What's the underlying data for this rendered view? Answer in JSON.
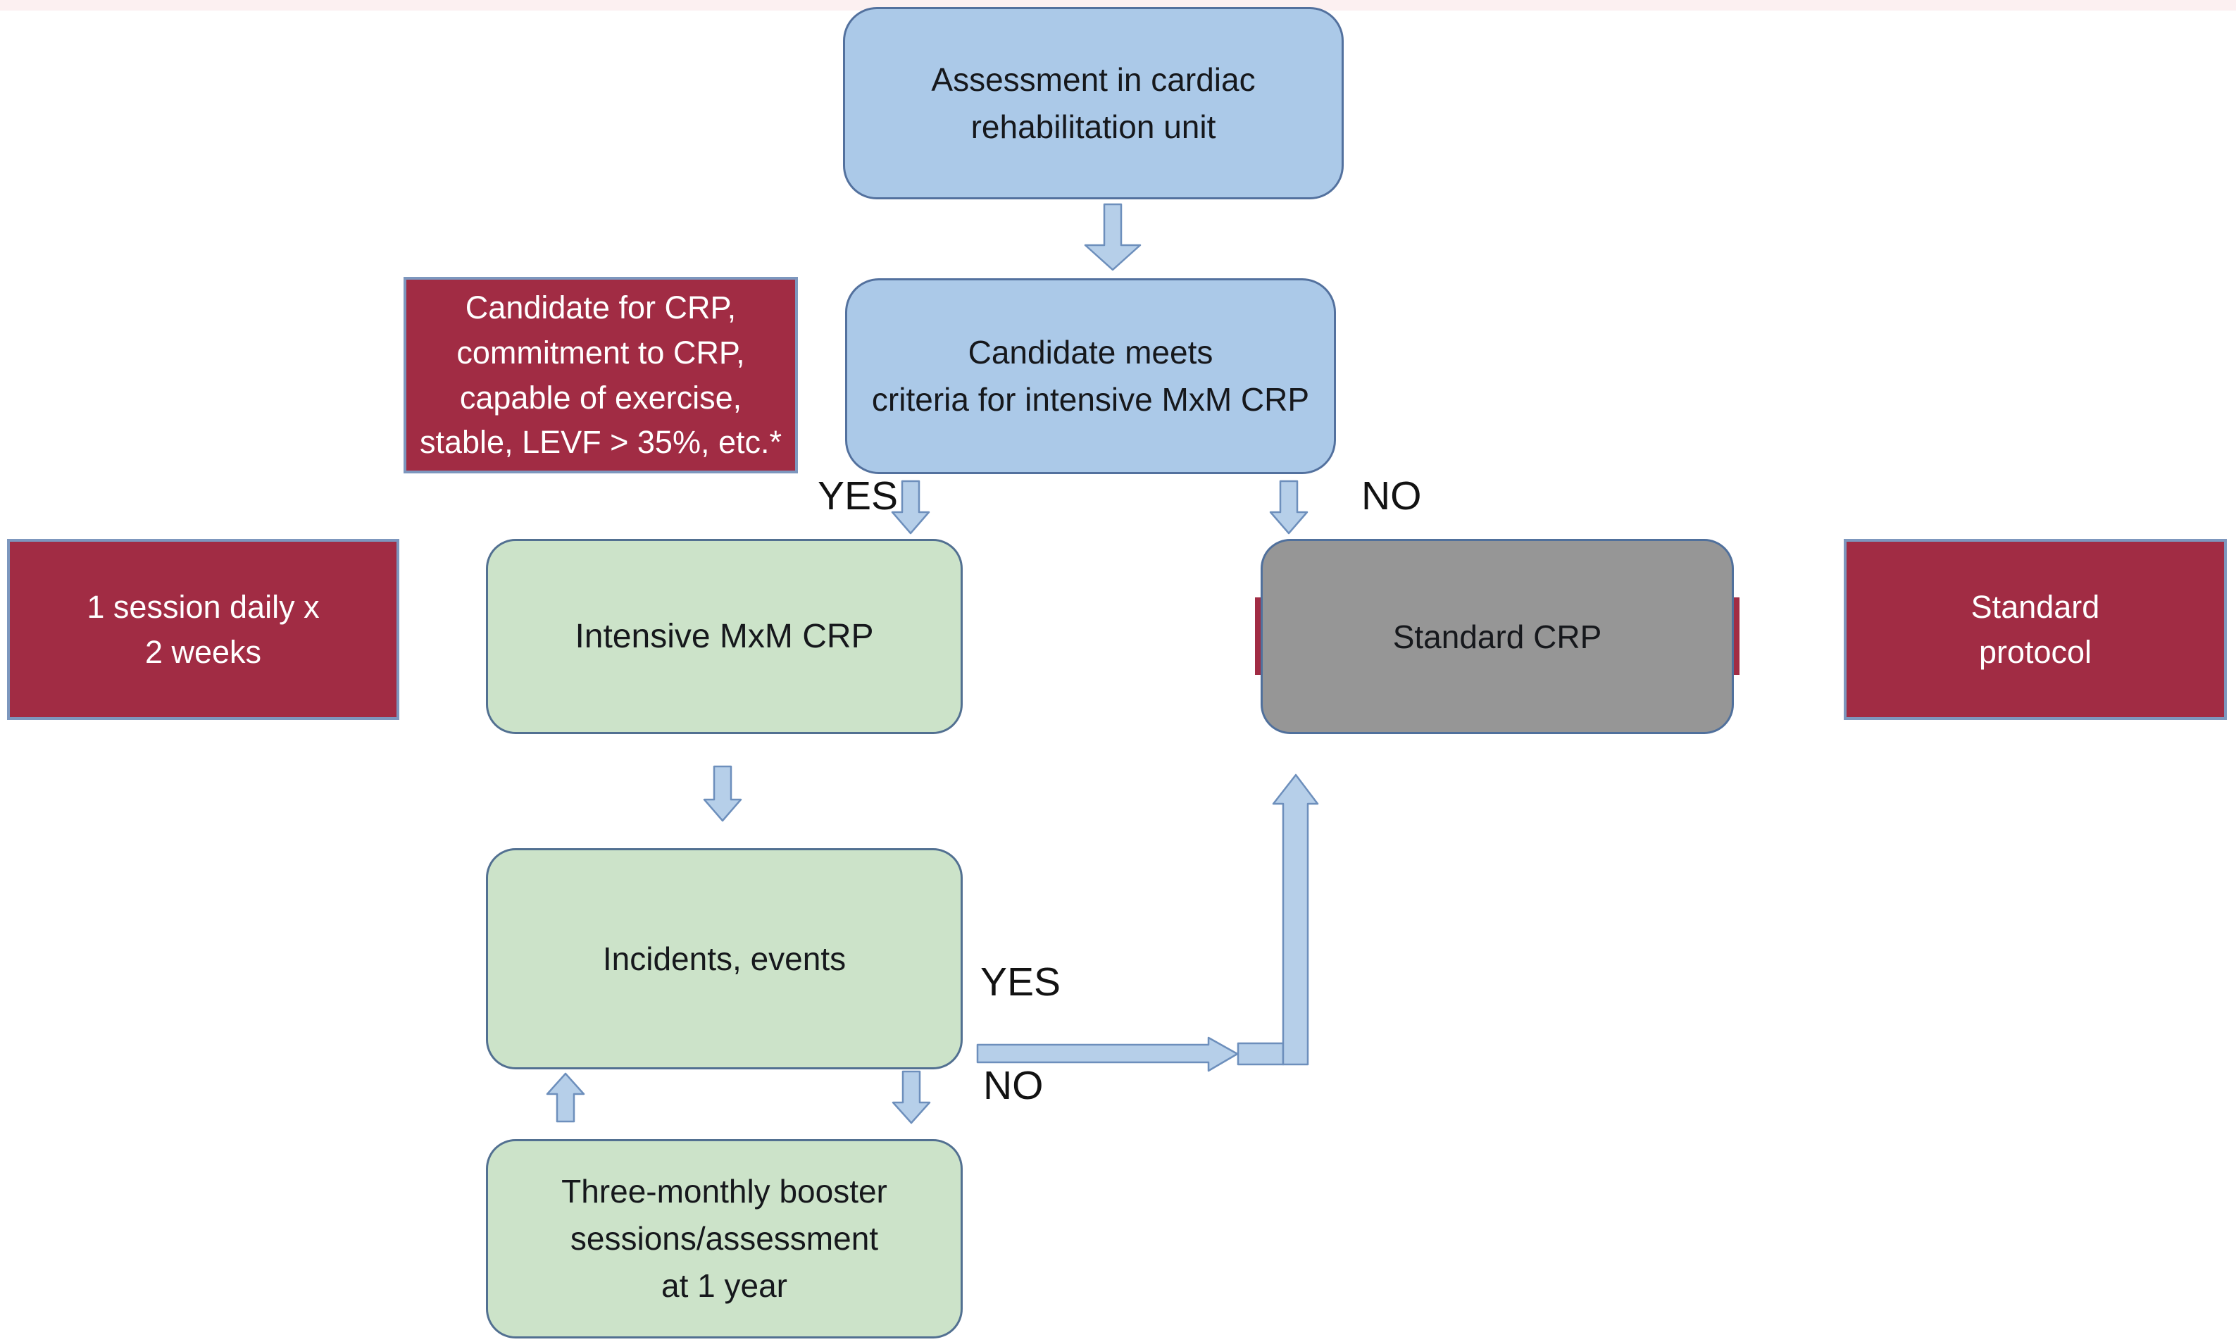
{
  "diagram": {
    "type": "flowchart",
    "topic": "Cardiac rehabilitation programme (CRP) pathway"
  },
  "nodes": {
    "assessment": {
      "label": "Assessment in cardiac\nrehabilitation unit"
    },
    "candidate": {
      "label": "Candidate meets\ncriteria for intensive MxM CRP"
    },
    "criteria_note": {
      "label": "Candidate for CRP,\ncommitment to CRP,\ncapable of exercise,\nstable, LEVF > 35%, etc.*"
    },
    "session_note": {
      "label": "1 session daily x\n2 weeks"
    },
    "intensive": {
      "label": "Intensive MxM CRP"
    },
    "standard_crp": {
      "label": "Standard CRP"
    },
    "protocol_note": {
      "label": "Standard\nprotocol"
    },
    "incidents": {
      "label": "Incidents, events"
    },
    "booster": {
      "label": "Three-monthly booster\nsessions/assessment\nat 1 year"
    }
  },
  "labels": {
    "yes_to_intensive": "YES",
    "no_to_standard": "NO",
    "yes_incident": "YES",
    "no_incident": "NO"
  },
  "edges": [
    {
      "from": "assessment",
      "to": "candidate",
      "label": ""
    },
    {
      "from": "candidate",
      "to": "intensive",
      "label": "YES"
    },
    {
      "from": "candidate",
      "to": "standard_crp",
      "label": "NO"
    },
    {
      "from": "intensive",
      "to": "incidents",
      "label": ""
    },
    {
      "from": "incidents",
      "to": "standard_crp",
      "label": "YES"
    },
    {
      "from": "incidents",
      "to": "booster",
      "label": "NO"
    },
    {
      "from": "booster",
      "to": "incidents",
      "label": ""
    }
  ],
  "colors": {
    "blue_node_fill": "#abc9e8",
    "blue_node_border": "#53719e",
    "green_node_fill": "#cce3c9",
    "green_node_border": "#527091",
    "gray_node_fill": "#969696",
    "red_node_fill": "#a12c44",
    "red_node_border": "#7d97be",
    "arrow_fill": "#b6cfe9",
    "arrow_border": "#6d8fbc",
    "top_strip": "#fcf0f1",
    "text_dark": "#16181c",
    "text_light": "#ffffff"
  }
}
